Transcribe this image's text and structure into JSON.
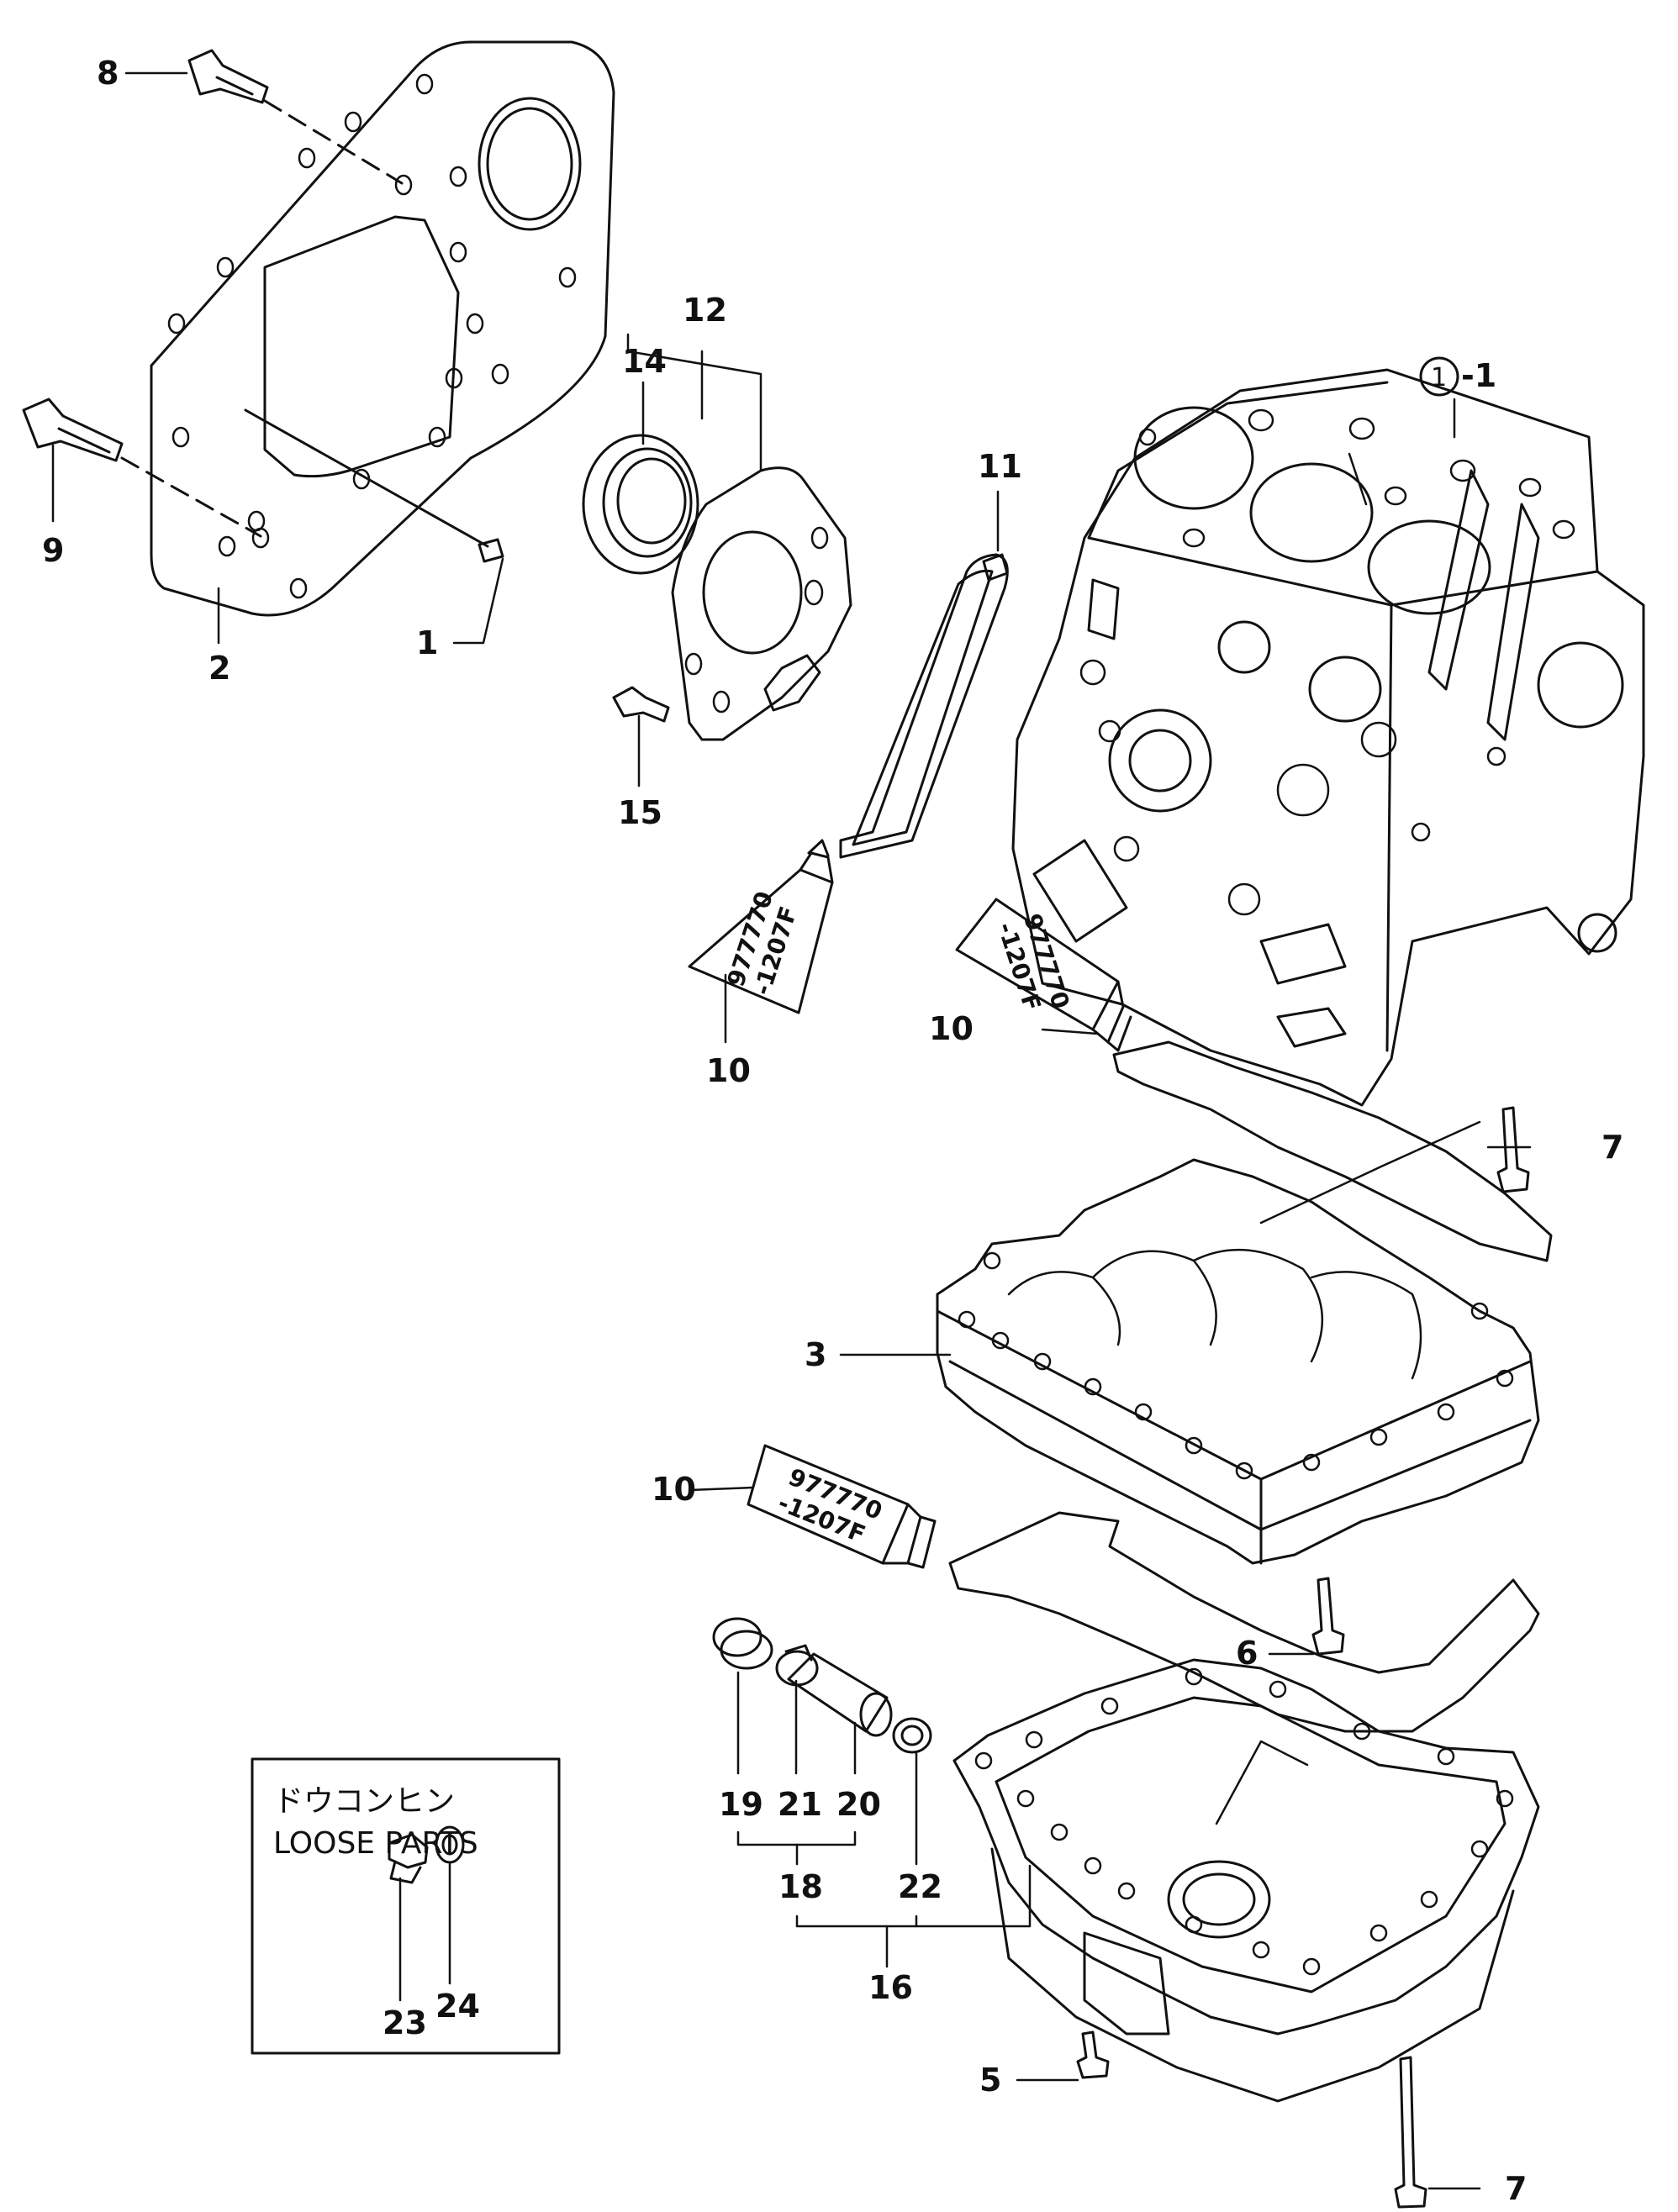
{
  "callouts": [
    {
      "id": "8",
      "text": "8"
    },
    {
      "id": "9",
      "text": "9"
    },
    {
      "id": "2",
      "text": "2"
    },
    {
      "id": "1",
      "text": "1"
    },
    {
      "id": "12",
      "text": "12"
    },
    {
      "id": "14",
      "text": "14"
    },
    {
      "id": "11",
      "text": "11"
    },
    {
      "id": "15",
      "text": "15"
    },
    {
      "id": "10a",
      "text": "10"
    },
    {
      "id": "10b",
      "text": "10"
    },
    {
      "id": "7a",
      "text": "7"
    },
    {
      "id": "3",
      "text": "3"
    },
    {
      "id": "10c",
      "text": "10"
    },
    {
      "id": "6",
      "text": "6"
    },
    {
      "id": "19",
      "text": "19"
    },
    {
      "id": "21",
      "text": "21"
    },
    {
      "id": "20",
      "text": "20"
    },
    {
      "id": "18",
      "text": "18"
    },
    {
      "id": "22",
      "text": "22"
    },
    {
      "id": "16",
      "text": "16"
    },
    {
      "id": "5",
      "text": "5"
    },
    {
      "id": "7b",
      "text": "7"
    },
    {
      "id": "23",
      "text": "23"
    },
    {
      "id": "24",
      "text": "24"
    }
  ],
  "assembly_ref": {
    "circle": "1",
    "suffix": "-1"
  },
  "sealant": {
    "line1": "977770",
    "line2": "-1207F"
  },
  "loose_parts": {
    "title_jp": "ドウコンヒン",
    "title_en": "LOOSE PARTS"
  }
}
